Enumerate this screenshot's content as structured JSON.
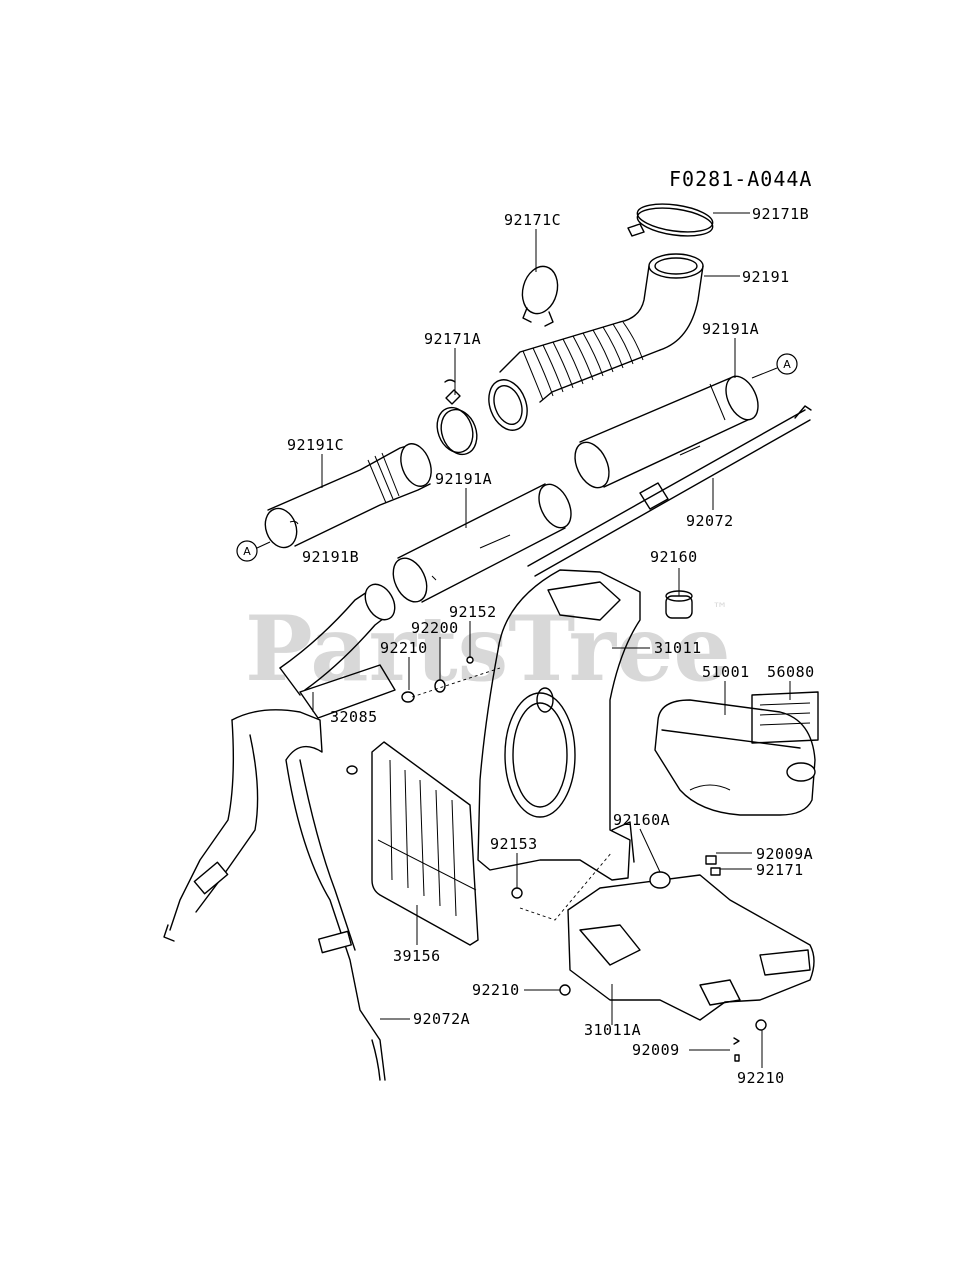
{
  "diagram": {
    "code": "F0281-A044A",
    "watermark": "PartsTree",
    "watermark_tm": "™",
    "ref_marker": "A",
    "parts": [
      {
        "id": "p92171B",
        "label": "92171B"
      },
      {
        "id": "p92171C",
        "label": "92171C"
      },
      {
        "id": "p92191",
        "label": "92191"
      },
      {
        "id": "p92171A",
        "label": "92171A"
      },
      {
        "id": "p92191A_top",
        "label": "92191A"
      },
      {
        "id": "p92191C",
        "label": "92191C"
      },
      {
        "id": "p92191A_mid",
        "label": "92191A"
      },
      {
        "id": "p92072",
        "label": "92072"
      },
      {
        "id": "p92191B",
        "label": "92191B"
      },
      {
        "id": "p92160",
        "label": "92160"
      },
      {
        "id": "p92152",
        "label": "92152"
      },
      {
        "id": "p92200",
        "label": "92200"
      },
      {
        "id": "p92210_left",
        "label": "92210"
      },
      {
        "id": "p31011",
        "label": "31011"
      },
      {
        "id": "p51001",
        "label": "51001"
      },
      {
        "id": "p56080",
        "label": "56080"
      },
      {
        "id": "p32085",
        "label": "32085"
      },
      {
        "id": "p92160A",
        "label": "92160A"
      },
      {
        "id": "p92009A",
        "label": "92009A"
      },
      {
        "id": "p92153",
        "label": "92153"
      },
      {
        "id": "p92171",
        "label": "92171"
      },
      {
        "id": "p39156",
        "label": "39156"
      },
      {
        "id": "p92210_mid",
        "label": "92210"
      },
      {
        "id": "p92072A",
        "label": "92072A"
      },
      {
        "id": "p31011A",
        "label": "31011A"
      },
      {
        "id": "p92009",
        "label": "92009"
      },
      {
        "id": "p92210_right",
        "label": "92210"
      }
    ]
  }
}
